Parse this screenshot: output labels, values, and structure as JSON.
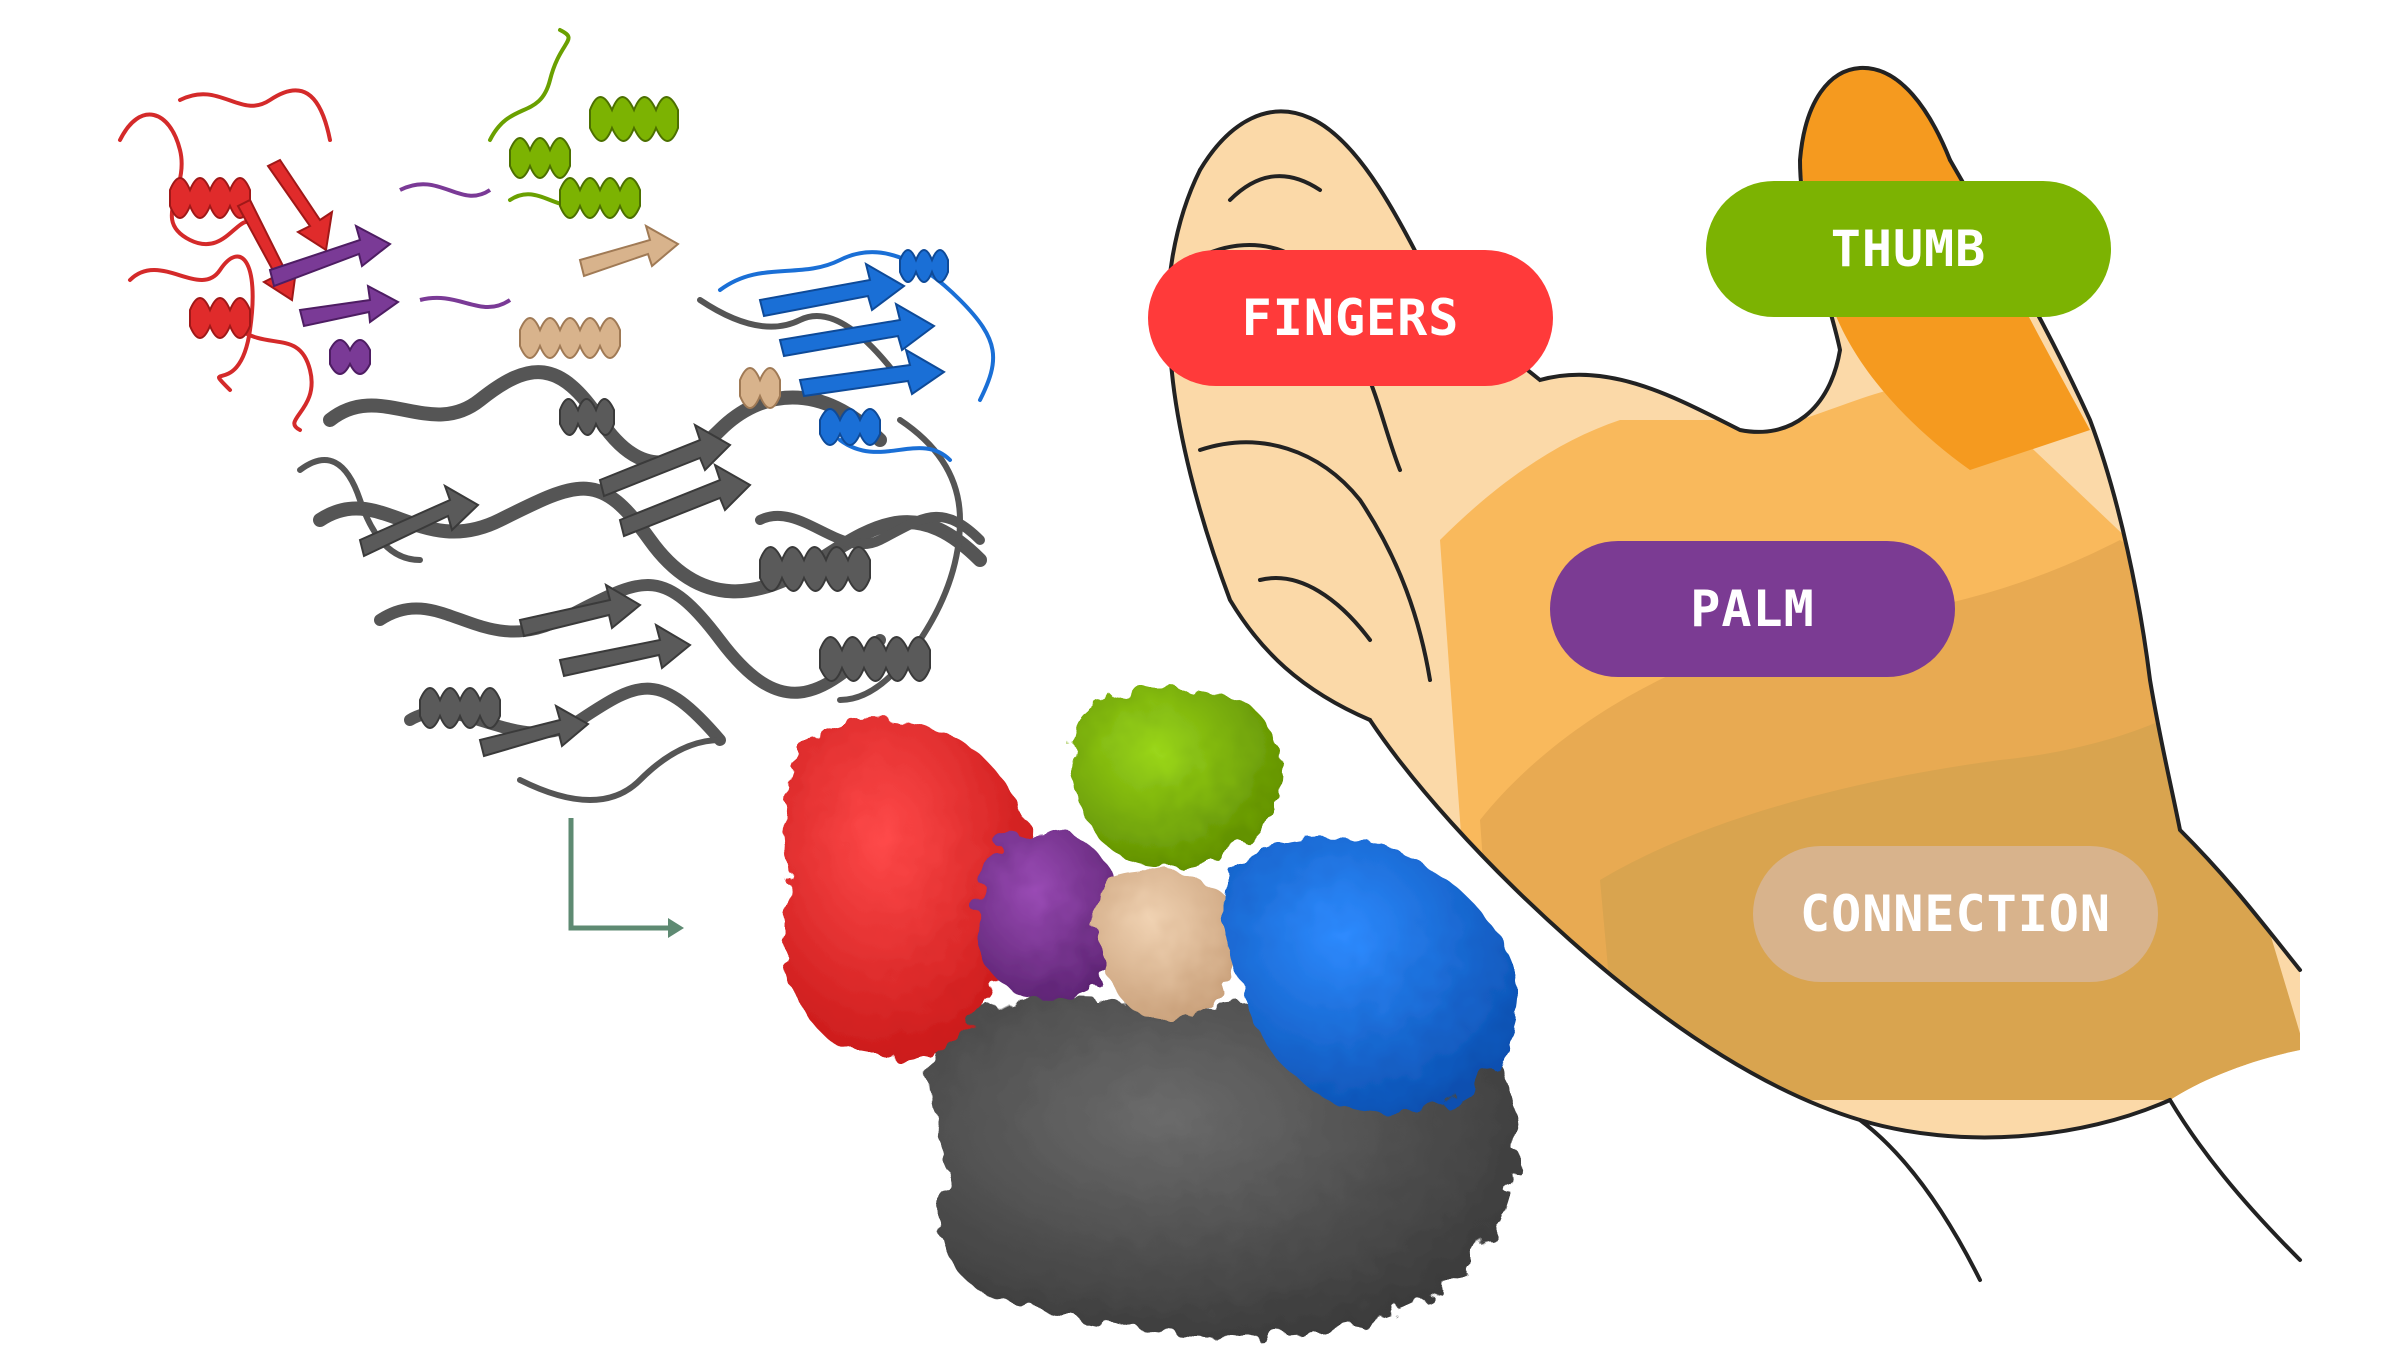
{
  "labels": {
    "fingers": "FINGERS",
    "thumb": "THUMB",
    "palm": "PALM",
    "connection": "CONNECTION"
  },
  "colors": {
    "fingers": "#ff3a3a",
    "thumb": "#7cb302",
    "palm": "#7b3b93",
    "connection": "#d8b38c",
    "body_domain": "#4f4f4f",
    "blue_domain": "#1a6fd6",
    "arrow": "#5e8a72",
    "skin_light": "#fbd9a8",
    "skin_mid": "#f9b95c",
    "skin_dark": "#d9a44f",
    "thumb_tip": "#f59a1f"
  },
  "icons": {
    "ribbon_structure": "protein-ribbon-image",
    "surface_structure": "protein-surface-image",
    "hand": "hand-illustration",
    "arrow": "down-right-arrow-icon"
  }
}
